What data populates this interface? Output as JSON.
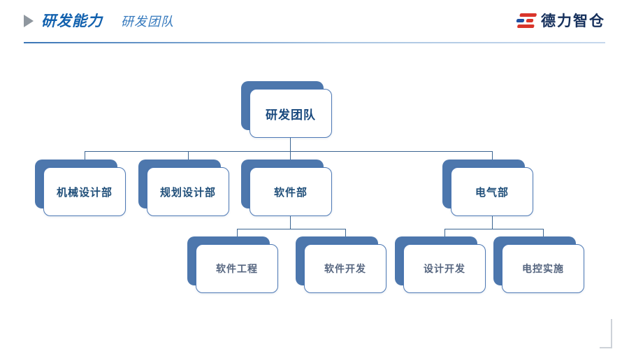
{
  "slide": {
    "header": {
      "title": "研发能力",
      "subtitle": "研发团队"
    },
    "logo": {
      "name": "德力智仓"
    },
    "org_chart": {
      "root": {
        "label": "研发团队"
      },
      "departments": [
        {
          "label": "机械设计部"
        },
        {
          "label": "规划设计部"
        },
        {
          "label": "软件部"
        },
        {
          "label": "电气部"
        }
      ],
      "software_teams": [
        {
          "label": "软件工程"
        },
        {
          "label": "软件开发"
        }
      ],
      "electrical_teams": [
        {
          "label": "设计开发"
        },
        {
          "label": "电控实施"
        }
      ]
    },
    "colors": {
      "accent_blue": "#1261ae",
      "subtitle_blue": "#3579bd",
      "node_shadow": "#4d77ad",
      "node_border": "#4e79b5",
      "node_text": "#1f4e79",
      "connector": "#3c6591",
      "logo_red": "#d9352b",
      "logo_blue": "#1e4fa1",
      "logo_text": "#16305c"
    }
  }
}
